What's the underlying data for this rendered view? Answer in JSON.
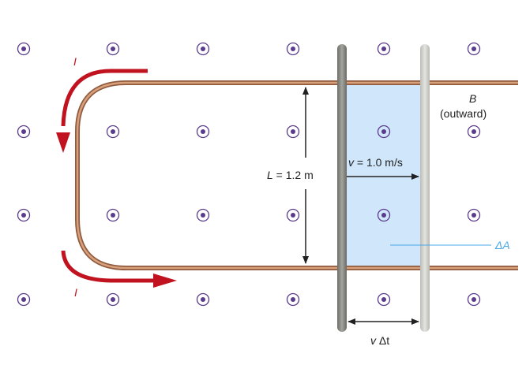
{
  "labels": {
    "current_top": "I",
    "current_bottom": "I",
    "field_symbol": "B",
    "field_direction": "(outward)",
    "length_symbol": "L",
    "length_value": " = 1.2 m",
    "velocity_symbol": "v",
    "velocity_value": " = 1.0 m/s",
    "area_label": "ΔA",
    "displacement_v": "v",
    "displacement_dt": " Δt"
  },
  "colors": {
    "rail": "#b77a56",
    "rod_dark": "#8a8a84",
    "rod_light": "#cfcfca",
    "swept_area": "#cfe6fb",
    "current_arrow": "#c1121f",
    "field_symbol": "#5b3b8c",
    "area_pointer": "#4aa8e8",
    "dimension_arrow": "#222222"
  },
  "icons": {
    "field_marker": "dot-in-circle-icon"
  }
}
